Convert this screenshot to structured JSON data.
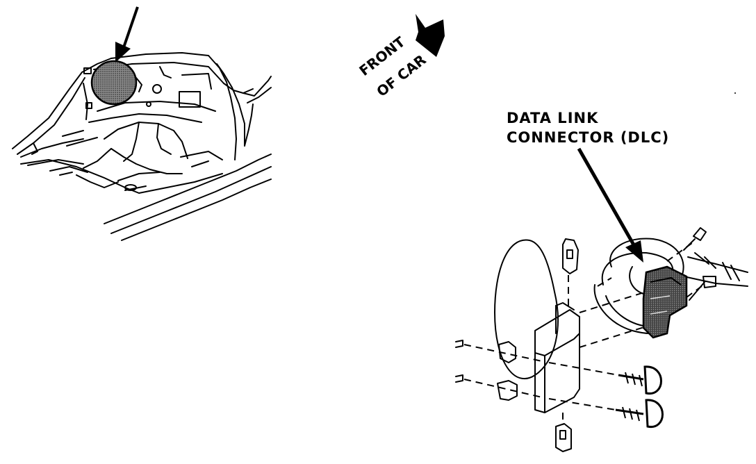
{
  "labels": {
    "front_line1": "FRONT",
    "front_line2": "OF CAR",
    "dlc_line1": "DATA LINK",
    "dlc_line2": "CONNECTOR (DLC)"
  },
  "colors": {
    "ink": "#000000",
    "paper": "#ffffff",
    "highlight_shade": "#6a6a6a"
  },
  "icons": {
    "direction": "front-arrow-icon",
    "callout": "callout-arrow-icon"
  }
}
